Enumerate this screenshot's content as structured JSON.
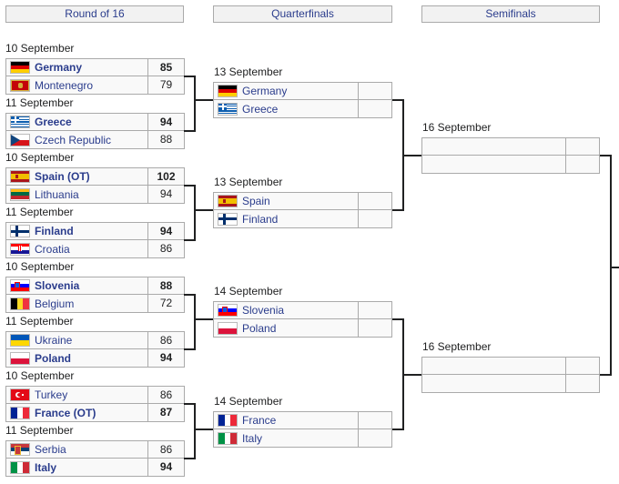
{
  "headers": {
    "r16": "Round of 16",
    "qf": "Quarterfinals",
    "sf": "Semifinals"
  },
  "r16": [
    {
      "date": "10 September",
      "t1": {
        "name": "Germany",
        "flag": "germany",
        "score": "85",
        "winner": true
      },
      "t2": {
        "name": "Montenegro",
        "flag": "montenegro",
        "score": "79",
        "winner": false
      }
    },
    {
      "date": "11 September",
      "t1": {
        "name": "Greece",
        "flag": "greece",
        "score": "94",
        "winner": true
      },
      "t2": {
        "name": "Czech Republic",
        "flag": "czech",
        "score": "88",
        "winner": false
      }
    },
    {
      "date": "10 September",
      "t1": {
        "name": "Spain (OT)",
        "flag": "spain",
        "score": "102",
        "winner": true
      },
      "t2": {
        "name": "Lithuania",
        "flag": "lithuania",
        "score": "94",
        "winner": false
      }
    },
    {
      "date": "11 September",
      "t1": {
        "name": "Finland",
        "flag": "finland",
        "score": "94",
        "winner": true
      },
      "t2": {
        "name": "Croatia",
        "flag": "croatia",
        "score": "86",
        "winner": false
      }
    },
    {
      "date": "10 September",
      "t1": {
        "name": "Slovenia",
        "flag": "slovenia",
        "score": "88",
        "winner": true
      },
      "t2": {
        "name": "Belgium",
        "flag": "belgium",
        "score": "72",
        "winner": false
      }
    },
    {
      "date": "11 September",
      "t1": {
        "name": "Ukraine",
        "flag": "ukraine",
        "score": "86",
        "winner": false
      },
      "t2": {
        "name": "Poland",
        "flag": "poland",
        "score": "94",
        "winner": true
      }
    },
    {
      "date": "10 September",
      "t1": {
        "name": "Turkey",
        "flag": "turkey",
        "score": "86",
        "winner": false
      },
      "t2": {
        "name": "France (OT)",
        "flag": "france",
        "score": "87",
        "winner": true
      }
    },
    {
      "date": "11 September",
      "t1": {
        "name": "Serbia",
        "flag": "serbia",
        "score": "86",
        "winner": false
      },
      "t2": {
        "name": "Italy",
        "flag": "italy",
        "score": "94",
        "winner": true
      }
    }
  ],
  "qf": [
    {
      "date": "13 September",
      "t1": {
        "name": "Germany",
        "flag": "germany"
      },
      "t2": {
        "name": "Greece",
        "flag": "greece"
      }
    },
    {
      "date": "13 September",
      "t1": {
        "name": "Spain",
        "flag": "spain"
      },
      "t2": {
        "name": "Finland",
        "flag": "finland"
      }
    },
    {
      "date": "14 September",
      "t1": {
        "name": "Slovenia",
        "flag": "slovenia"
      },
      "t2": {
        "name": "Poland",
        "flag": "poland"
      }
    },
    {
      "date": "14 September",
      "t1": {
        "name": "France",
        "flag": "france"
      },
      "t2": {
        "name": "Italy",
        "flag": "italy"
      }
    }
  ],
  "sf": [
    {
      "date": "16 September"
    },
    {
      "date": "16 September"
    }
  ]
}
